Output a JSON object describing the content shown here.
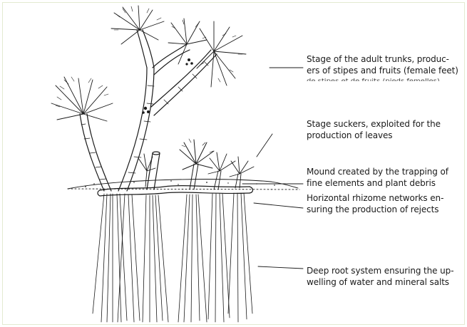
{
  "labels": {
    "adult_trunks": [
      "Stage of the adult trunks, produc-",
      "ers of stipes and fruits (female feet)"
    ],
    "adult_trunks_ghost": "de stipes et de fruits (pieds femelles)",
    "suckers": [
      "Stage suckers, exploited for the",
      "production of leaves"
    ],
    "mound": [
      "Mound created by the trapping of",
      "fine elements and plant debris"
    ],
    "rhizome": [
      "Horizontal rhizome networks en-",
      "suring the production of rejects"
    ],
    "roots": [
      "Deep root system ensuring the up-",
      "welling of water and mineral salts"
    ]
  },
  "colors": {
    "ink": "#1a1a1a",
    "frame": "#e3ead1"
  }
}
